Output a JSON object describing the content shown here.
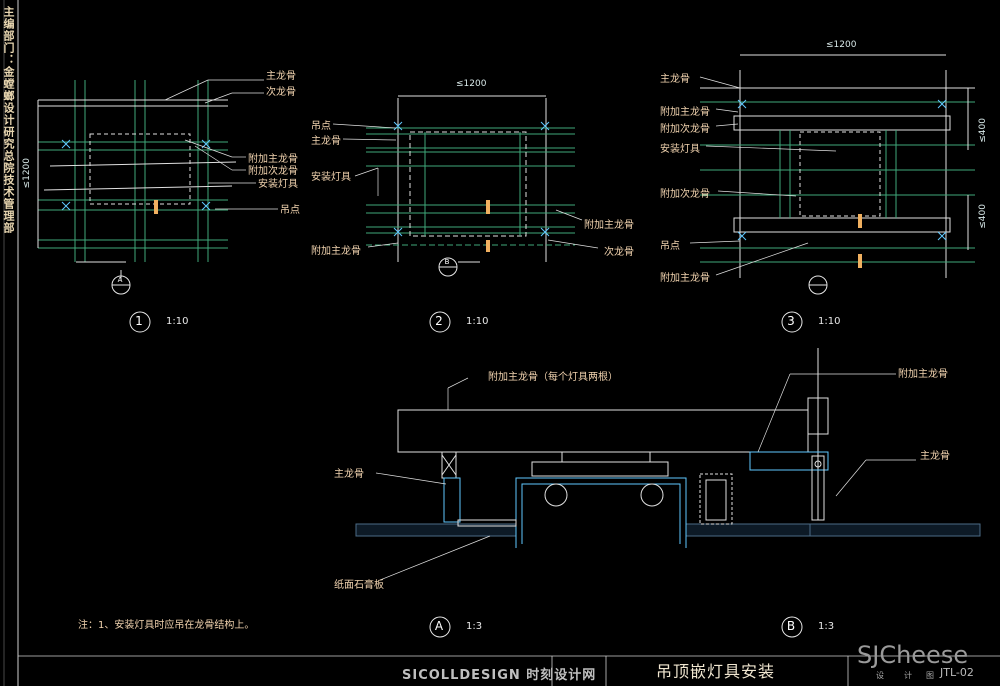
{
  "sidebar": {
    "vertical_text": "主编部门：金螳螂设计研究总院技术管理部"
  },
  "details": {
    "d1": {
      "number": "1",
      "scale": "1:10",
      "dim_vertical": "≤1200",
      "bubble": "A",
      "labels": [
        "主龙骨",
        "次龙骨",
        "附加主龙骨",
        "附加次龙骨",
        "安装灯具",
        "吊点"
      ]
    },
    "d2": {
      "number": "2",
      "scale": "1:10",
      "dim_top": "≤1200",
      "bubble": "B",
      "labels": [
        "吊点",
        "主龙骨",
        "安装灯具",
        "附加主龙骨",
        "附加主龙骨",
        "次龙骨"
      ]
    },
    "d3": {
      "number": "3",
      "scale": "1:10",
      "dim_top": "≤1200",
      "dim_right_1": "≤400",
      "dim_right_2": "≤400",
      "labels": [
        "主龙骨",
        "附加主龙骨",
        "附加次龙骨",
        "安装灯具",
        "附加次龙骨",
        "吊点",
        "附加主龙骨"
      ]
    },
    "dA": {
      "letter": "A",
      "scale": "1:3",
      "labels": [
        "附加主龙骨（每个灯具两根）",
        "主龙骨",
        "纸面石膏板"
      ]
    },
    "dB": {
      "letter": "B",
      "scale": "1:3",
      "labels": [
        "附加主龙骨",
        "主龙骨"
      ]
    }
  },
  "note": "注：1、安装灯具时应吊在龙骨结构上。",
  "title_block": {
    "title": "吊顶嵌灯具安装",
    "drawing_code": "JTL-02",
    "field_1": "设",
    "field_2": "计",
    "field_3": "图"
  },
  "watermarks": {
    "left": "SICOLLDESIGN 时刻设计网",
    "right": "SJCheese"
  },
  "colors": {
    "background": "#000000",
    "line_green": "#3fa87a",
    "line_white": "#e0e0e0",
    "label_text": "#f0d2ae",
    "cyan": "#60c9ff",
    "hatch": "#4b6b86",
    "hanger_orange": "#f0b060"
  }
}
